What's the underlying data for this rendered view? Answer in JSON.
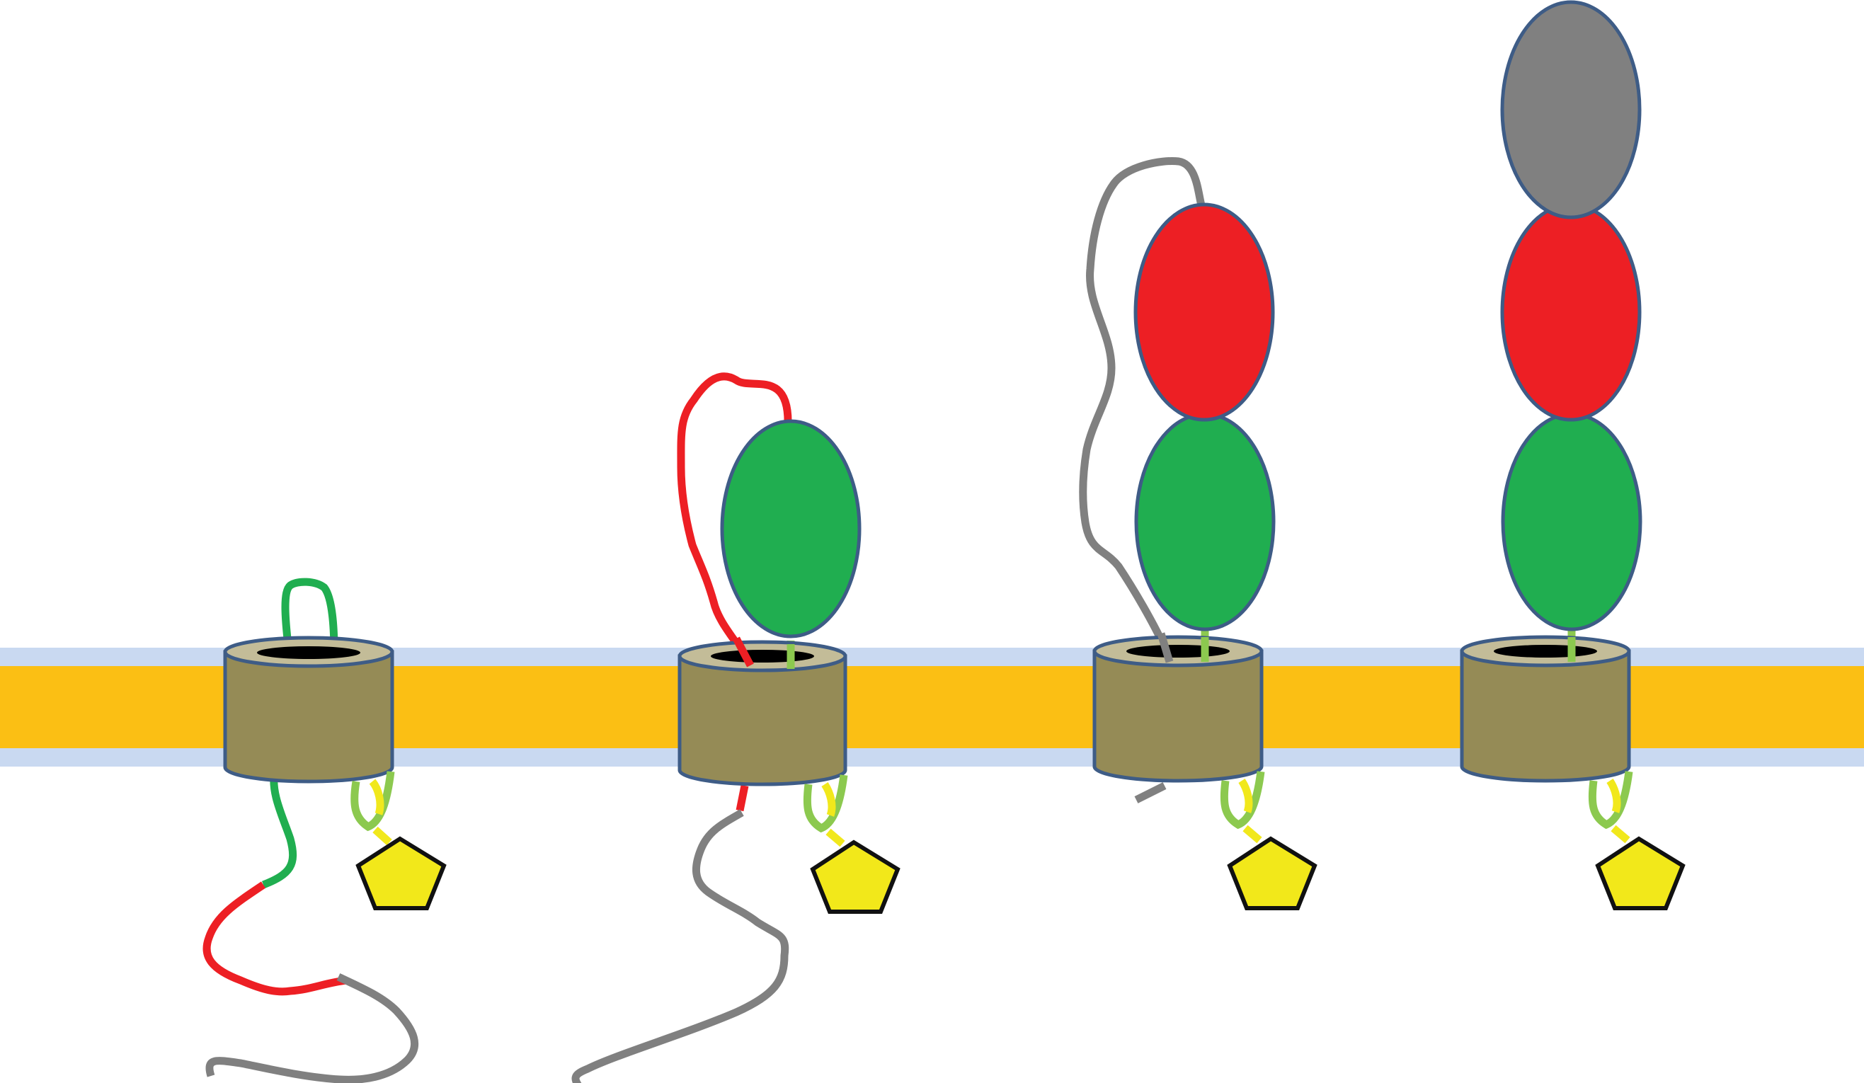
{
  "colors": {
    "background": "#ffffff",
    "membrane_core": "#fbbf14",
    "membrane_surface": "#c9d9f1",
    "channel_body": "#958b56",
    "channel_top": "#c3bc98",
    "channel_outline": "#3e5c86",
    "pore": "#000000",
    "domain_1": "#20ae50",
    "domain_2": "#ed1f24",
    "domain_3": "#808080",
    "stub_light_green": "#8cc94f",
    "stub_yellow": "#f1e81c",
    "ligand_fill": "#f2e81a",
    "ligand_outline": "#111111"
  },
  "stages": [
    {
      "id": "stage-1",
      "folded_domains": 0
    },
    {
      "id": "stage-2",
      "folded_domains": 1
    },
    {
      "id": "stage-3",
      "folded_domains": 2
    },
    {
      "id": "stage-4",
      "folded_domains": 3
    }
  ]
}
